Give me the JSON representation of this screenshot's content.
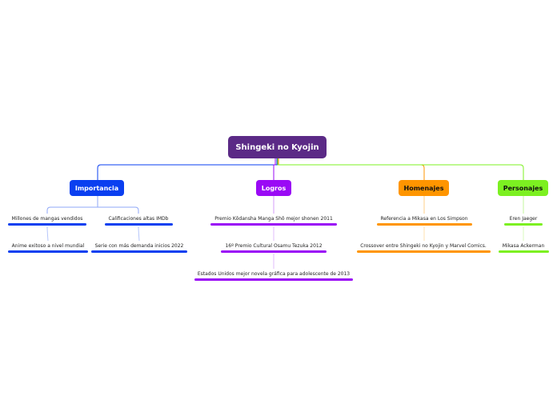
{
  "root": {
    "label": "Shingeki no Kyojin",
    "color": "#5b2a86"
  },
  "branches": [
    {
      "label": "Importancia",
      "color": "#0a3ff0",
      "text_color": "#ffffff",
      "children": [
        {
          "label": "Millones de mangas vendidos",
          "children": [
            {
              "label": "Anime exitoso a nivel mundial"
            }
          ]
        },
        {
          "label": "Calificaciones altas IMDb",
          "children": [
            {
              "label": "Serie con más demanda inicios 2022"
            }
          ]
        }
      ]
    },
    {
      "label": "Logros",
      "color": "#9a0af5",
      "text_color": "#ffffff",
      "children": [
        {
          "label": "Premio Kōdansha Manga Shō mejor shonen 2011",
          "children": [
            {
              "label": "16º Premio Cultural Osamu Tezuka 2012",
              "children": [
                {
                  "label": "Estados Unidos mejor novela gráfica para adolescente de 2013"
                }
              ]
            }
          ]
        }
      ]
    },
    {
      "label": "Homenajes",
      "color": "#ff9500",
      "text_color": "#111111",
      "children": [
        {
          "label": "Referencia a Mikasa en Los Simpson",
          "children": [
            {
              "label": "Crossover entre Shingeki no Kyojin y Marvel Comics."
            }
          ]
        }
      ]
    },
    {
      "label": "Personajes",
      "color": "#7cf021",
      "text_color": "#111111",
      "children": [
        {
          "label": "Eren Jaeger",
          "children": [
            {
              "label": "Mikasa Ackerman"
            }
          ]
        }
      ]
    }
  ]
}
